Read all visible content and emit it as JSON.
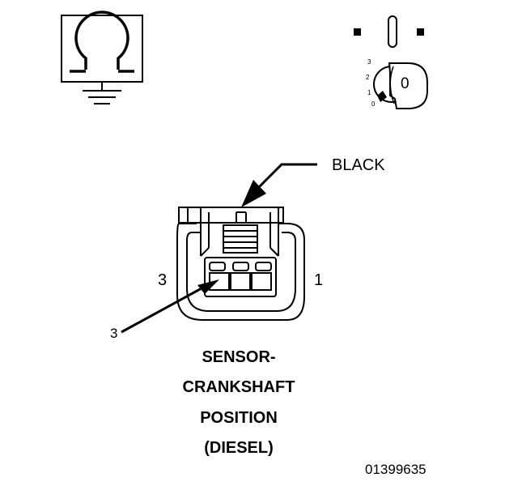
{
  "connector": {
    "color_label": "BLACK",
    "pin_left_label": "3",
    "pin_right_label": "1",
    "pointer_label": "3"
  },
  "title": {
    "line1": "SENSOR-",
    "line2": "CRANKSHAFT",
    "line3": "POSITION",
    "line4": "(DIESEL)"
  },
  "ignition_key": {
    "positions": [
      "3",
      "2",
      "1",
      "0"
    ],
    "key_label": "0"
  },
  "figure_number": "01399635",
  "icons": {
    "resistance": "ohmmeter-ground-icon",
    "ignition": "ignition-key-off-icon"
  }
}
